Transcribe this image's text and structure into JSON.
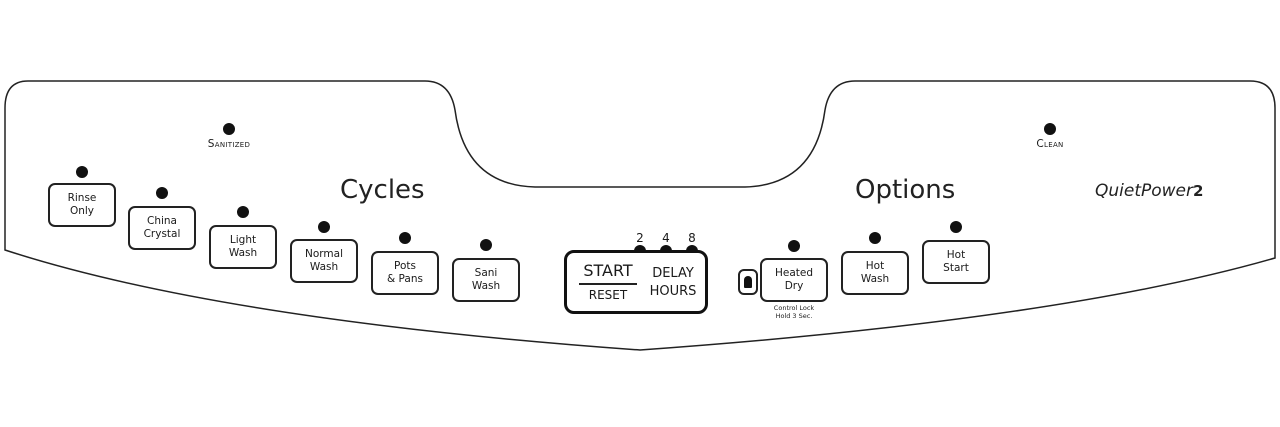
{
  "indicators": {
    "sanitized": "Sanitized",
    "clean": "Clean"
  },
  "sections": {
    "cycles_title": "Cycles",
    "options_title": "Options"
  },
  "brand": {
    "name": "QuietPower",
    "number": "2"
  },
  "cycles": [
    {
      "line1": "Rinse",
      "line2": "Only"
    },
    {
      "line1": "China",
      "line2": "Crystal"
    },
    {
      "line1": "Light",
      "line2": "Wash"
    },
    {
      "line1": "Normal",
      "line2": "Wash"
    },
    {
      "line1": "Pots",
      "line2": "& Pans"
    },
    {
      "line1": "Sani",
      "line2": "Wash"
    }
  ],
  "start": {
    "line1": "START",
    "line2": "RESET"
  },
  "delay": {
    "line1": "DELAY",
    "line2": "HOURS",
    "hours": [
      "2",
      "4",
      "8"
    ]
  },
  "options": [
    {
      "line1": "Heated",
      "line2": "Dry"
    },
    {
      "line1": "Hot",
      "line2": "Wash"
    },
    {
      "line1": "Hot",
      "line2": "Start"
    }
  ],
  "control_lock": {
    "line1": "Control Lock",
    "line2": "Hold 3 Sec."
  },
  "icons": {
    "lock": "lock-icon",
    "indicator": "indicator-light-icon"
  },
  "colors": {
    "ink": "#1a1a1a",
    "panel": "#ffffff"
  }
}
